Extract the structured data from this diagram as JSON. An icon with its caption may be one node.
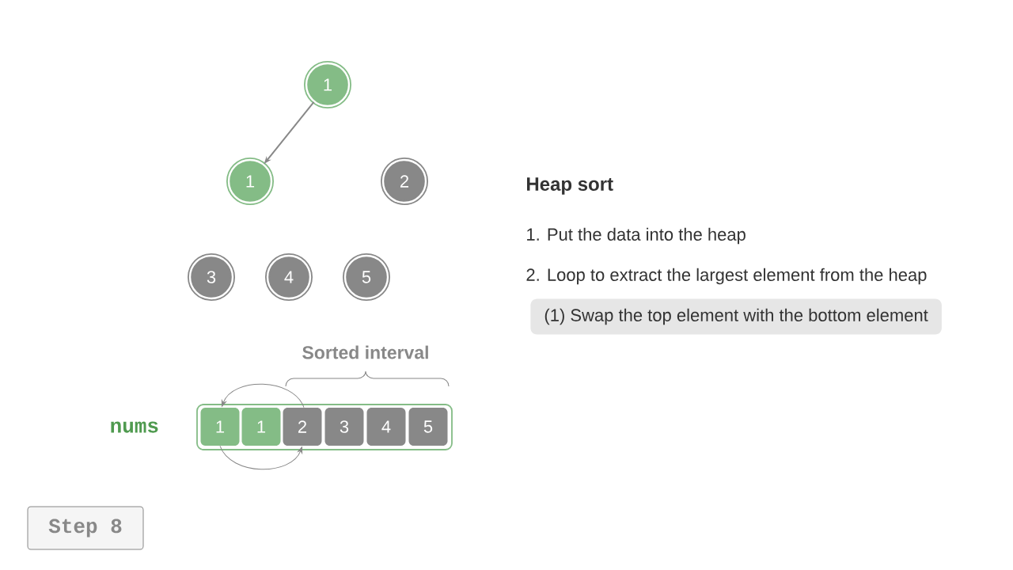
{
  "diagram": {
    "title": "Heap sort",
    "nodes": [
      {
        "text": [
          "1"
        ]
      },
      {
        "text": [
          "1"
        ]
      },
      {
        "text": [
          "2"
        ]
      },
      {
        "text": [
          "3"
        ]
      },
      {
        "text": [
          "4"
        ]
      },
      {
        "text": [
          "5"
        ]
      },
      {
        "text": [],
        "shape": "box",
        "beside": [
          "nums"
        ]
      },
      {
        "text": [
          "1"
        ],
        "in": 6
      },
      {
        "text": [
          "1"
        ],
        "in": 6
      },
      {
        "text": [
          "2"
        ],
        "in": 6
      },
      {
        "text": [
          "3"
        ],
        "in": 6
      },
      {
        "text": [
          "4"
        ],
        "in": 6
      },
      {
        "text": [
          "5"
        ],
        "in": 6
      },
      {
        "text": [
          "Step 8"
        ]
      },
      {
        "text": [
          "(1) Swap the top element with the bottom element"
        ]
      }
    ],
    "edges": [
      {
        "from": 0,
        "to": 1,
        "arrow": "to"
      },
      {
        "from": 9,
        "to": 7,
        "arrow": "to"
      },
      {
        "from": 7,
        "to": 9,
        "arrow": "to"
      }
    ],
    "labels": [
      "Sorted interval",
      "1. Put the data into the heap",
      "2. Loop to extract the largest element from the heap"
    ]
  }
}
